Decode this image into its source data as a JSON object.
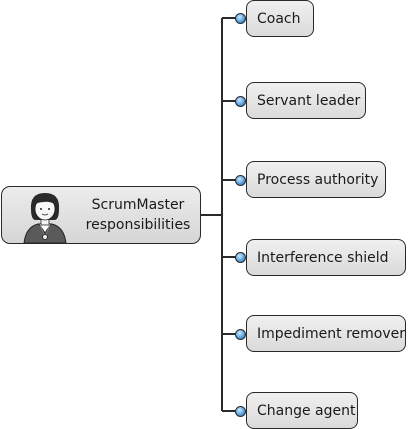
{
  "central": {
    "lines": [
      "ScrumMaster",
      "responsibilities"
    ]
  },
  "nodes": [
    "Coach",
    "Servant leader",
    "Process authority",
    "Interference shield",
    "Impediment remover",
    "Change agent"
  ],
  "colors": {
    "node_fill": "#e4e4e4",
    "stroke": "#2a2a2a",
    "dot": "#3b8fd6"
  }
}
